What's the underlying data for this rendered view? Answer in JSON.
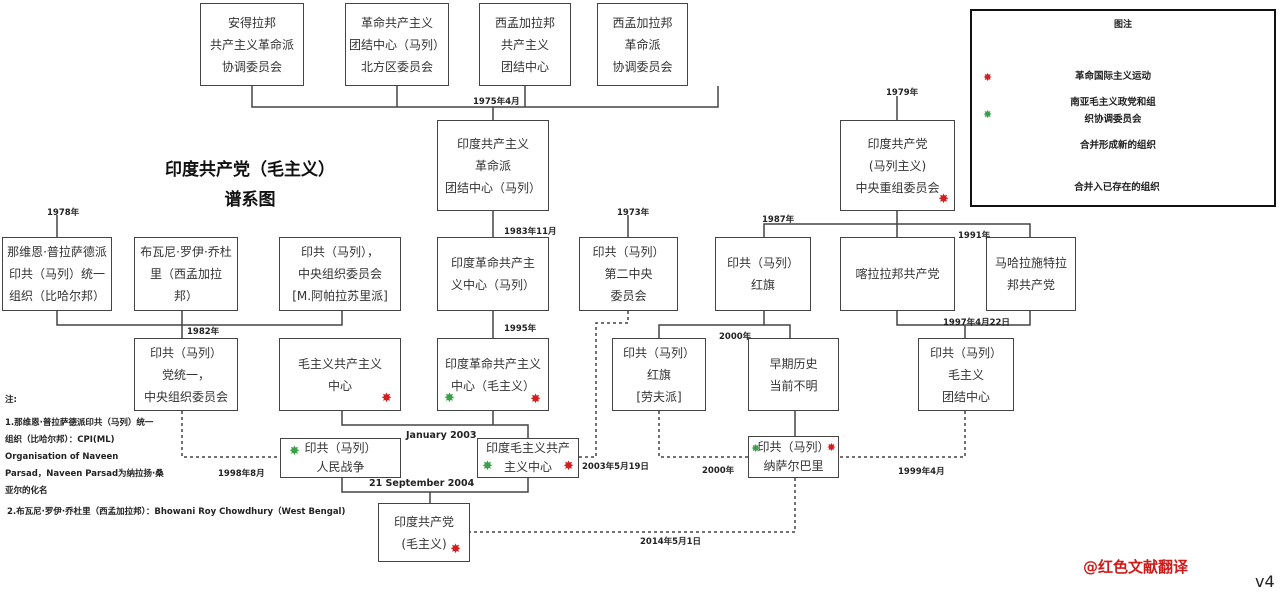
{
  "title": {
    "line1": "印度共产党（毛主义）",
    "line2": "谱系图"
  },
  "legend": {
    "title": "图注",
    "red_star": "革命国际主义运动",
    "green_star_line1": "南亚毛主义政党和组",
    "green_star_line2": "织协调委员会",
    "solid_line": "合并形成新的组织",
    "dotted_line": "合并入已存在的组织",
    "colors": {
      "red_star": "#d21f1f",
      "green_star": "#3aa04a"
    }
  },
  "star_glyph": "✸",
  "nodes": {
    "andhra": [
      "安得拉邦",
      "共产主义革命派",
      "协调委员会"
    ],
    "rcc_north": [
      "革命共产主义",
      "团结中心（马列）",
      "北方区委员会"
    ],
    "wb_unity": [
      "西孟加拉邦",
      "共产主义",
      "团结中心"
    ],
    "wb_rev": [
      "西孟加拉邦",
      "革命派",
      "协调委员会"
    ],
    "ircc": [
      "印度共产主义",
      "革命派",
      "团结中心（马列）"
    ],
    "cpi_ml_crc": [
      "印度共产党",
      "(马列主义)",
      "中央重组委员会"
    ],
    "naveen": [
      "那维恩·普拉萨德派",
      "印共（马列）统一",
      "组织（比哈尔邦）"
    ],
    "bhowani": [
      "布瓦尼·罗伊·乔杜",
      "里（西孟加拉",
      "邦）"
    ],
    "coc_appalasuri": [
      "印共（马列），",
      "中央组织委员会",
      "[M.阿帕拉苏里派]"
    ],
    "ircc_ml": [
      "印度革命共产主",
      "义中心（马列）"
    ],
    "second_cc": [
      "印共（马列）",
      "第二中央",
      "委员会"
    ],
    "red_flag": [
      "印共（马列）",
      "红旗"
    ],
    "kerala": [
      "喀拉拉邦共产党"
    ],
    "maharashtra": [
      "马哈拉施特拉",
      "邦共产党"
    ],
    "party_unity": [
      "印共（马列）",
      "党统一，",
      "中央组织委员会"
    ],
    "mcc": [
      "毛主义共产主义",
      "中心"
    ],
    "rcc_maoist": [
      "印度革命共产主义",
      "中心（毛主义）"
    ],
    "red_flag_lf": [
      "印共（马列）",
      "红旗",
      "[劳夫派]"
    ],
    "early_unknown": [
      "早期历史",
      "当前不明"
    ],
    "maoist_unity": [
      "印共（马列）",
      "毛主义",
      "团结中心"
    ],
    "peoples_war": [
      "印共（马列）",
      "人民战争"
    ],
    "mcci": [
      "印度毛主义共产",
      "主义中心"
    ],
    "naxalbari": [
      "印共（马列）",
      "纳萨尔巴里"
    ],
    "cpi_maoist": [
      "印度共产党",
      "(毛主义)"
    ]
  },
  "labels": {
    "y1975": "1975年4月",
    "y1979": "1979年",
    "y1978": "1978年",
    "y1973": "1973年",
    "y1983": "1983年11月",
    "y1987": "1987年",
    "y1991": "1991年",
    "y1982": "1982年",
    "y1995": "1995年",
    "y2000a": "2000年",
    "y1997": "1997年4月22日",
    "jan2003": "January 2003",
    "y1998": "1998年8月",
    "may2003": "2003年5月19日",
    "y2000b": "2000年",
    "y1999": "1999年4月",
    "sep2004": "21 September 2004",
    "may2014": "2014年5月1日"
  },
  "notes": {
    "heading": "注:",
    "n1_l1": "1.那维恩·普拉萨德派印共（马列）统一",
    "n1_l2": "组织（比哈尔邦）：CPI(ML)",
    "n1_l3": "Organisation of Naveen",
    "n1_l4": "Parsad，Naveen Parsad为纳拉扬·桑",
    "n1_l5": "亚尔的化名",
    "n2": "2.布瓦尼·罗伊·乔杜里（西孟加拉邦）：Bhowani Roy Chowdhury（West Bengal)"
  },
  "watermark": "@红色文献翻译",
  "version": "v4"
}
